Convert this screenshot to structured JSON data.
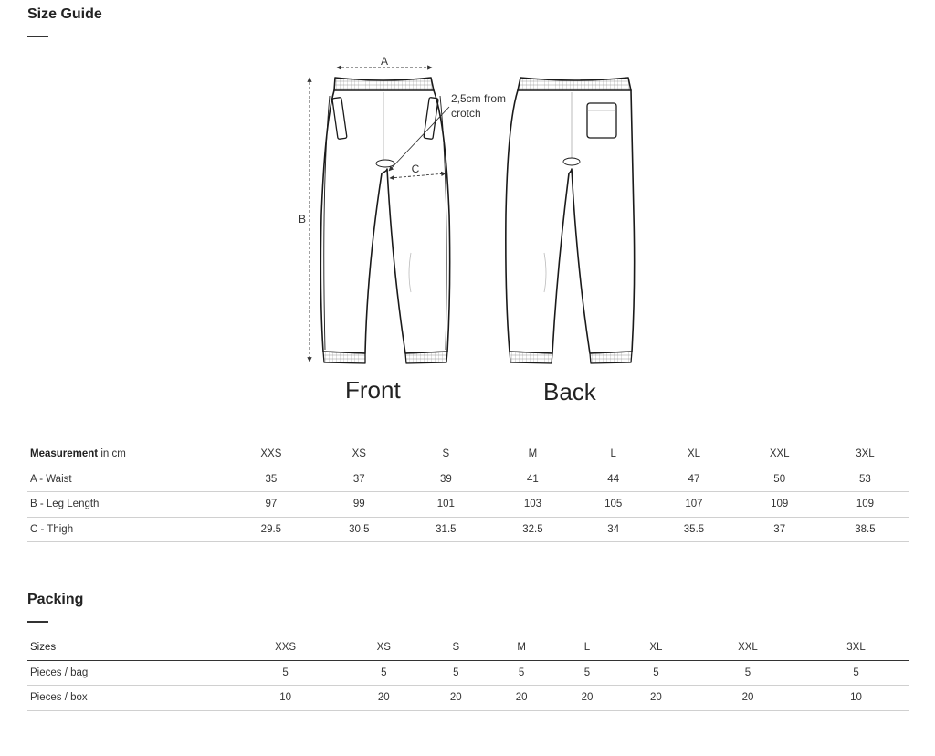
{
  "size_guide": {
    "title": "Size Guide",
    "diagram": {
      "label_a": "A",
      "label_b": "B",
      "label_c": "C",
      "annotation_line1": "2,5cm from",
      "annotation_line2": "crotch",
      "front_label": "Front",
      "back_label": "Back"
    },
    "table": {
      "header_bold": "Measurement",
      "header_unit": " in cm",
      "sizes": [
        "XXS",
        "XS",
        "S",
        "M",
        "L",
        "XL",
        "XXL",
        "3XL"
      ],
      "rows": [
        {
          "label": "A - Waist",
          "values": [
            "35",
            "37",
            "39",
            "41",
            "44",
            "47",
            "50",
            "53"
          ]
        },
        {
          "label": "B - Leg Length",
          "values": [
            "97",
            "99",
            "101",
            "103",
            "105",
            "107",
            "109",
            "109"
          ]
        },
        {
          "label": "C - Thigh",
          "values": [
            "29.5",
            "30.5",
            "31.5",
            "32.5",
            "34",
            "35.5",
            "37",
            "38.5"
          ]
        }
      ]
    }
  },
  "packing": {
    "title": "Packing",
    "table": {
      "header": "Sizes",
      "sizes": [
        "XXS",
        "XS",
        "S",
        "M",
        "L",
        "XL",
        "XXL",
        "3XL"
      ],
      "rows": [
        {
          "label": "Pieces / bag",
          "values": [
            "5",
            "5",
            "5",
            "5",
            "5",
            "5",
            "5",
            "5"
          ]
        },
        {
          "label": "Pieces / box",
          "values": [
            "10",
            "20",
            "20",
            "20",
            "20",
            "20",
            "20",
            "10"
          ]
        }
      ]
    }
  }
}
